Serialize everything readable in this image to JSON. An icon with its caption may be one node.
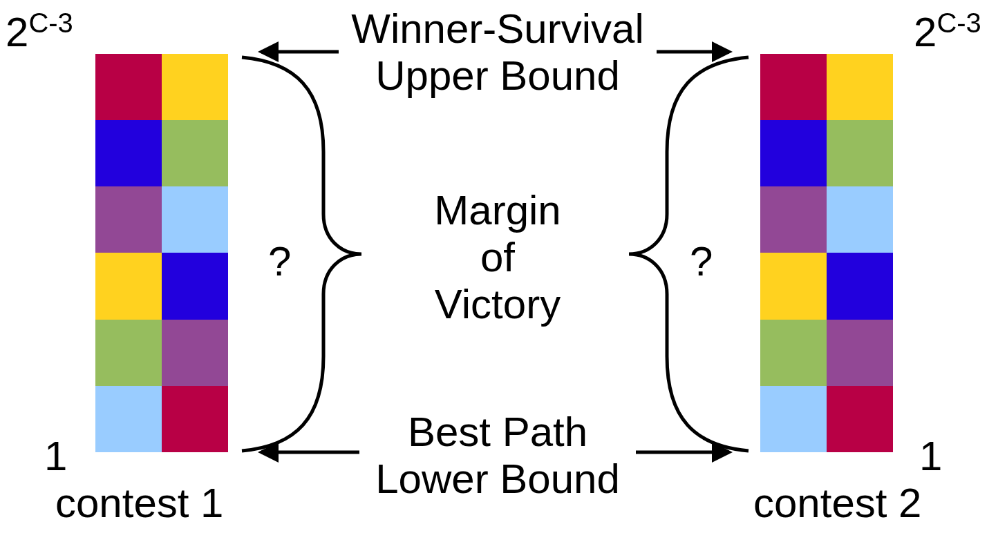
{
  "diagram": {
    "nodes": [
      {
        "text": [
          "Winner-Survival Upper Bound"
        ]
      },
      {
        "text": [
          "Best Path Lower Bound"
        ]
      },
      {
        "text": [
          "Margin of Victory"
        ]
      },
      {
        "text": [],
        "shape": "brace"
      },
      {
        "text": [],
        "shape": "brace"
      },
      {
        "text": [],
        "shape": "grid",
        "beside": [
          "contest 1"
        ]
      },
      {
        "text": [],
        "shape": "grid",
        "beside": [
          "contest 2"
        ]
      }
    ],
    "edges": [
      {
        "from": 0,
        "to": 3,
        "arrow": "to"
      },
      {
        "from": 0,
        "to": 4,
        "arrow": "to"
      },
      {
        "from": 1,
        "to": 3,
        "arrow": "to"
      },
      {
        "from": 1,
        "to": 4,
        "arrow": "to"
      }
    ],
    "labels": [
      "2$^{C-3}$",
      "2$^{C-3}$",
      "?",
      "?",
      "1",
      "1"
    ]
  }
}
